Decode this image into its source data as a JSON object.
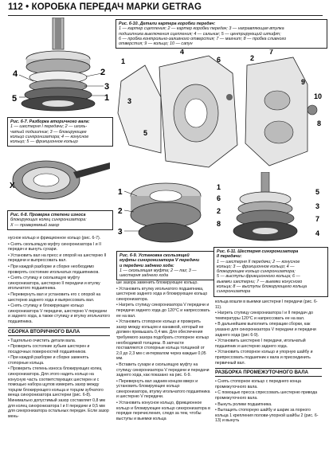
{
  "header": {
    "page_number": "112",
    "bullet": "•",
    "title": "КОРОБКА ПЕРЕДАЧ МАРКИ GETRAG"
  },
  "figures": {
    "fig_6_7": {
      "labels": [
        "1",
        "2",
        "3",
        "4",
        "5"
      ],
      "caption_lines": [
        "Рис. 6-7. Разборка вторичного вала:",
        "1 — шестерня I передачи; 2 — иголь-",
        "чатый подшипник; 3 — блокирующее",
        "кольцо синхронизатора; 4 — конусное",
        "кольцо; 5 — фрикционное кольцо"
      ]
    },
    "fig_6_8": {
      "labels": [
        "X"
      ],
      "caption_lines": [
        "Рис. 6-8. Проверка степени износа",
        "блокирующих колец синхронизатора:",
        "X — проверяемый зазор"
      ]
    },
    "fig_6_9": {
      "labels": [
        "1",
        "2",
        "3"
      ],
      "caption_lines": [
        "Рис. 6-9. Установка скользящей",
        "муфты синхронизатора V передачи",
        "и передачи заднего хода:",
        "1 — скользящая муфта; 2 — паз; 3 —",
        "шестерня заднего хода"
      ]
    },
    "fig_6_10": {
      "labels": [
        "1",
        "2",
        "3",
        "4",
        "5",
        "6",
        "7",
        "8",
        "9",
        "10"
      ],
      "caption_lines": [
        "Рис. 6-10. Детали картера коробки передач:",
        "1 — картер сцепления; 2 — картер коробки передач; 3 — направляющая втулка",
        "подшипника выключения сцепления; 4 — сальник; 5 — центрирующий штифт;",
        "6 — пробка контрольно-заливного отверстия; 7 — магнит; 8 — пробка сливного",
        "отверстия; 9 — кольцо; 10 — сапун"
      ]
    },
    "fig_6_11": {
      "labels": [
        "1",
        "2",
        "3",
        "4",
        "5",
        "6",
        "7",
        "8"
      ],
      "caption_lines": [
        "Рис. 6-11. Шестерня синхронизатора",
        "II передачи:",
        "1 — шестерня II передачи; 2 — конусное",
        "кольцо; 3 — фрикционное кольцо; 4 —",
        "блокирующее кольцо синхронизатора;",
        "5 — выступы фрикционного кольца; 6 —",
        "выемки шестерни; 7 — выемки конусного",
        "кольца; 8 — выступы блокирующего кольца",
        "синхронизатора"
      ]
    }
  },
  "columns": {
    "left": {
      "paragraphs": [
        "нусное кольцо и фрикционное кольцо (рис. 6-7).",
        "• Снять скользящую муфту синхронизатора I и II передач и вынуть сухари.",
        "• Установить вал на пресс и опорой на шестерню II передачи и выпрессовать вал.",
        "• При каждой разборке и сборке необходимо проверять состояние игольчатых подшипников.",
        "• Снять ступицу и скользящую муфту синхронизатора, шестерню II передачи и втулку игольчатого подшипника.",
        "• Перевернуть вал и установить его с опорой на шестерню заднего хода и выпрессовать вал.",
        "• Снять ступицу и блокирующее кольцо синхронизатора V передачи, шестерню V передачи и заднего хода, а также ступицу и втулку игольчатого подшипника."
      ],
      "section_title": "СБОРКА ВТОРИЧНОГО ВАЛА",
      "section_paragraphs": [
        "• Тщательно очистить детали вала.",
        "• Проверить состояние зубьев шестерен и посадочных поверхностей подшипников.",
        "• При каждой разборке и сборке заменять стопорные кольца.",
        "• Проверить степень износа блокирующих колец синхронизатора. Для этого надеть кольцо на конусную часть соответствующих шестерен и с помощью набора щупов измерить зазор между торцом блокирующего кольца и торцом зубчатого венца синхронизатора шестерни (рис. 6-8). Минимально допустимый зазор составляет 0,8 мм для колец синхронизатора I и II передачи и 0,5 мм для синхронизатора остальных передач. Если зазор мень-"
      ]
    },
    "middle": {
      "paragraphs": [
        "ше зазора заменить блокирующее кольцо.",
        "• Установить втулку игольчатого подшипника, шестерню заднего хода и блокирующее кольцо синхронизатора.",
        "• Нагреть ступицу синхронизатора V передачи и передачи заднего хода до 120°С и напрессовать ее на вал.",
        "• Установить стопорное кольцо и проверить зазор между кольцом и канавкой, который не должен превышать 0,4 мм. Для обеспечения требуемого зазора подобрать стопорное кольцо необходимой толщины. В запчасти поставляются стопорные кольца толщиной от 2,0 до 2,3 мм с интервалом через каждые 0,05 мм.",
        "• Вставить сухари и скользящую муфту на ступицу синхронизатора V передачи и передачи заднего хода, как показано на рис. 6-9.",
        "• Перевернуть вал задним концом вверх и установить блокирующее кольцо синхронизатора, втулку игольчатого подшипника и шестерню V передачи.",
        "• Установить конусное кольцо, фрикционное кольцо и блокирующее кольцо синхронизатора в порядке перечисления, следя за тем, чтобы выступы и выемки кольца"
      ]
    },
    "right": {
      "paragraphs": [
        "кольца вошли в выемки шестерни I передачи (рис. 6-11).",
        "• Нагреть ступицу синхронизатора I и II передач до температуры 120°С и напрессовать ее на вал.",
        "• В дальнейшем выполнить операции сборки, как указано для синхронизатора V передачи и передачи заднего хода (рис 6-9).",
        "• Установить шестерню I передачи, игольчатый подшипник и шестерню заднего хода.",
        "• Установить стопорное кольцо и упорную шайбу и припрессовать подшипник к вала и присоединить первичный вал."
      ],
      "section_title": "РАЗБОРКА ПРОМЕЖУТОЧНОГО ВАЛА",
      "section_paragraphs": [
        "• Снять стопорное кольцо с переднего конца промежуточного вала.",
        "• С помощью пресса спрессовать шестерню привода промежуточного вала.",
        "• Вынуть ролики подшипника.",
        "• Вытащить стопорную шайбу и шарик за порного кольца 1 крепления полови-упорной шайбы 2 (рис. 6-13) и вынуть"
      ]
    }
  }
}
